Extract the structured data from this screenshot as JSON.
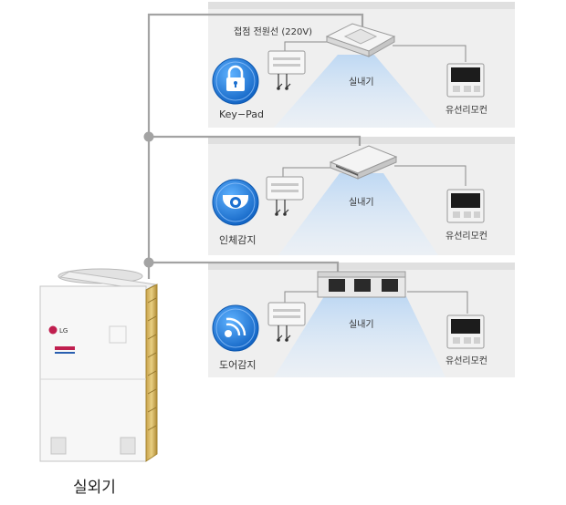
{
  "wiring_label": "접점 전원선 (220V)",
  "outdoor_unit_label": "실외기",
  "brand_badge": "LG",
  "colors": {
    "panel_bg": "#efefef",
    "panel_header": "#e0e0e0",
    "line": "#9a9a9a",
    "icon_blue": "#1a78d6",
    "airflow": "#cfe3f7"
  },
  "rows": [
    {
      "sensor_label": "Key−Pad",
      "sensor_icon": "lock-icon",
      "indoor_label": "실내기",
      "indoor_type": "4-way-cassette",
      "remote_label": "유선리모컨"
    },
    {
      "sensor_label": "인체감지",
      "sensor_icon": "motion-sensor-icon",
      "indoor_label": "실내기",
      "indoor_type": "1-way-cassette",
      "remote_label": "유선리모컨"
    },
    {
      "sensor_label": "도어감지",
      "sensor_icon": "door-sensor-icon",
      "indoor_label": "실내기",
      "indoor_type": "ducted",
      "remote_label": "유선리모컨"
    }
  ]
}
